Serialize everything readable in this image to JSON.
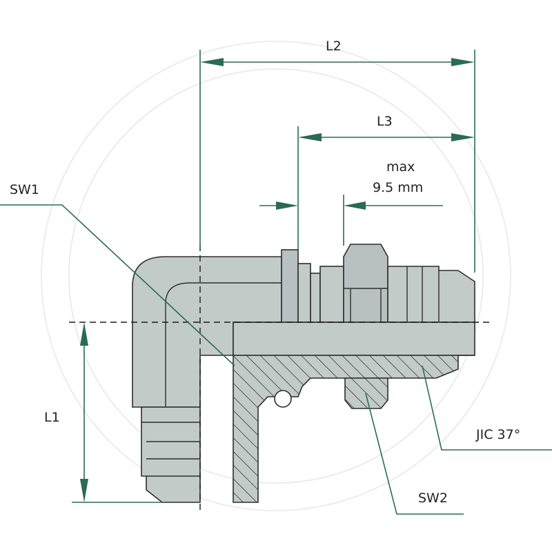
{
  "labels": {
    "l1": "L1",
    "l2": "L2",
    "l3": "L3",
    "max_line1": "max",
    "max_line2": "9.5 mm",
    "sw1": "SW1",
    "sw2": "SW2",
    "jic": "JIC 37°"
  },
  "colors": {
    "dimension": "#2a6a57",
    "body": "#c3cbc9",
    "outline": "#2d2d2d"
  }
}
